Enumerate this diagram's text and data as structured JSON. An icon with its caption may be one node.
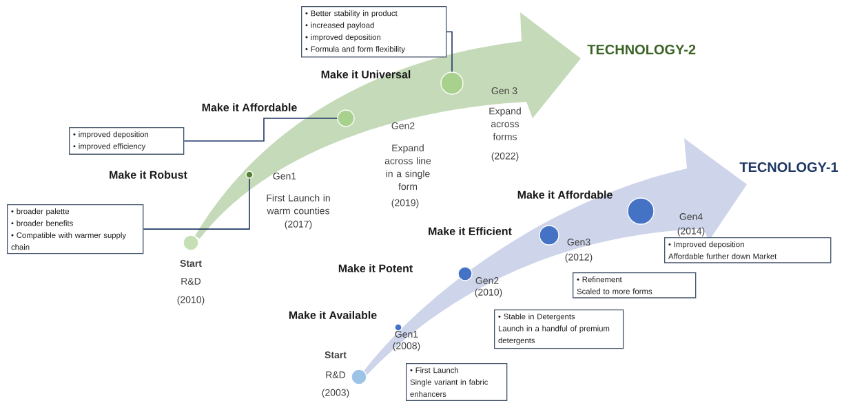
{
  "diagram": {
    "nodes": [
      {
        "text": [],
        "shape": "circle",
        "beside": [
          "Start",
          "R&D",
          "(2010)"
        ]
      },
      {
        "text": [],
        "shape": "circle",
        "beside": [
          "Gen1",
          "First Launch in warm counties",
          "(2017)"
        ]
      },
      {
        "text": [],
        "shape": "circle",
        "beside": [
          "Gen2",
          "Expand across line in a single form",
          "(2019)"
        ]
      },
      {
        "text": [],
        "shape": "circle",
        "beside": [
          "Gen 3",
          "Expand across forms",
          "(2022)"
        ]
      },
      {
        "text": [
          "• broader palette",
          "• broader benefits",
          "• Compatible with warmer supply chain"
        ]
      },
      {
        "text": [
          "• improved deposition",
          "• improved efficiency"
        ]
      },
      {
        "text": [
          "• Better stability in product",
          "• increased payload",
          "• improved deposition",
          "• Formula and form flexibility"
        ]
      },
      {
        "text": [],
        "shape": "circle",
        "beside": [
          "Start",
          "R&D",
          "(2003)"
        ]
      },
      {
        "text": [],
        "shape": "circle",
        "beside": [
          "Gen1",
          "(2008)"
        ]
      },
      {
        "text": [],
        "shape": "circle",
        "beside": [
          "Gen2",
          "(2010)"
        ]
      },
      {
        "text": [],
        "shape": "circle",
        "beside": [
          "Gen3",
          "(2012)"
        ]
      },
      {
        "text": [],
        "shape": "circle",
        "beside": [
          "Gen4",
          "(2014)"
        ]
      },
      {
        "text": [
          "• First Launch",
          "Single variant in fabric enhancers"
        ]
      },
      {
        "text": [
          "• Stable in Detergents",
          "Launch in a handful of premium detergents"
        ]
      },
      {
        "text": [
          "• Refinement",
          "Scaled to more forms"
        ]
      },
      {
        "text": [
          "• Improved deposition",
          "Affordable further down Market"
        ]
      }
    ],
    "edges": [
      {
        "from": 4,
        "to": 1,
        "arrow": "none"
      },
      {
        "from": 5,
        "to": 2,
        "arrow": "none"
      },
      {
        "from": 6,
        "to": 3,
        "arrow": "none"
      }
    ],
    "labels": [
      "TECHNOLOGY-2",
      "Make it Universal",
      "Make it Affordable",
      "Make it Robust",
      "TECNOLOGY-1",
      "Make it Affordable",
      "Make it Efficient",
      "Make it Potent",
      "Make it Available"
    ]
  }
}
